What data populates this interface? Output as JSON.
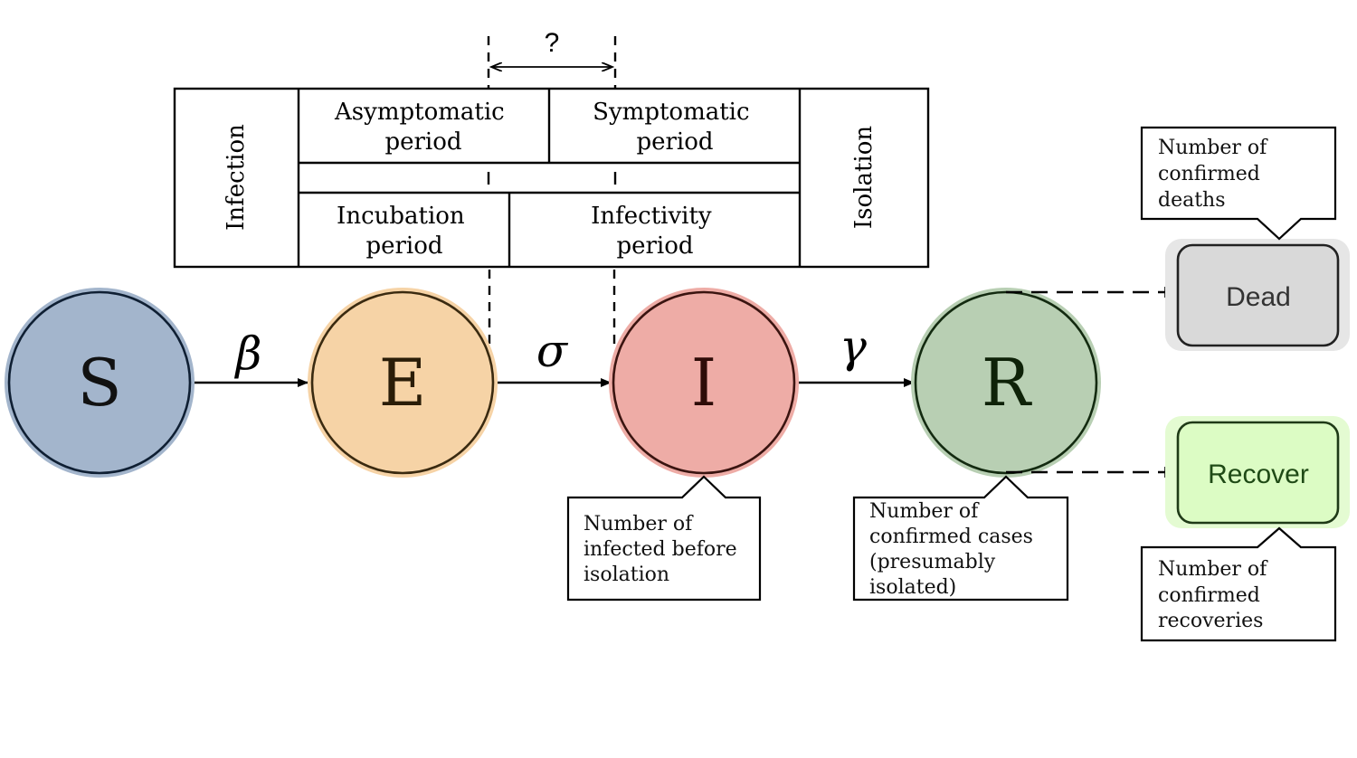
{
  "timeline": {
    "unknown_label": "?",
    "infection_label": "Infection",
    "isolation_label": "Isolation",
    "asymptomatic": [
      "Asymptomatic",
      "period"
    ],
    "symptomatic": [
      "Symptomatic",
      "period"
    ],
    "incubation": [
      "Incubation",
      "period"
    ],
    "infectivity": [
      "Infectivity",
      "period"
    ]
  },
  "compartments": {
    "s": {
      "label": "S",
      "fill": "#a3b5cc",
      "stroke": "#0f1f33"
    },
    "e": {
      "label": "E",
      "fill": "#f6d3a6",
      "stroke": "#3a2a10"
    },
    "i": {
      "label": "I",
      "fill": "#eeaca6",
      "stroke": "#3a1410"
    },
    "r": {
      "label": "R",
      "fill": "#b8cfb3",
      "stroke": "#132a10"
    }
  },
  "rates": {
    "beta": "β",
    "sigma": "σ",
    "gamma": "γ"
  },
  "outcomes": {
    "dead": {
      "label": "Dead",
      "fill": "#d9d9d9",
      "halo": "#e6e6e6"
    },
    "recover": {
      "label": "Recover",
      "fill": "#dcfcc4",
      "halo": "#e4fbd2",
      "text_color": "#1f4a16"
    }
  },
  "callouts": {
    "deaths": [
      "Number of",
      "confirmed",
      "deaths"
    ],
    "infected": [
      "Number of",
      "infected before",
      "isolation"
    ],
    "confirmed": [
      "Number of",
      "confirmed cases",
      "(presumably",
      "isolated)"
    ],
    "recoveries": [
      "Number of",
      "confirmed",
      "recoveries"
    ]
  }
}
